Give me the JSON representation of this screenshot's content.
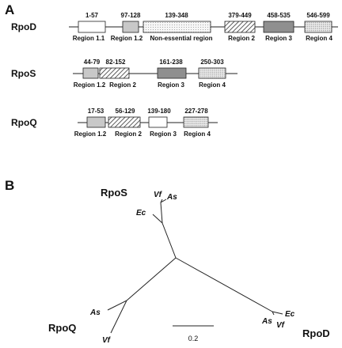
{
  "panels": {
    "a": "A",
    "b": "B"
  },
  "proteins": [
    {
      "name": "RpoD",
      "regions": [
        {
          "range": "1-57",
          "label": "Region 1.1",
          "fill": "white"
        },
        {
          "range": "97-128",
          "label": "Region 1.2",
          "fill": "light-gray"
        },
        {
          "range": "139-348",
          "label": "Non-essential region",
          "fill": "dots"
        },
        {
          "range": "379-449",
          "label": "Region 2",
          "fill": "hatch"
        },
        {
          "range": "458-535",
          "label": "Region 3",
          "fill": "dark-gray"
        },
        {
          "range": "546-599",
          "label": "Region 4",
          "fill": "dense-dots"
        }
      ]
    },
    {
      "name": "RpoS",
      "regions": [
        {
          "range": "44-79",
          "label": "Region 1.2",
          "fill": "light-gray"
        },
        {
          "range": "82-152",
          "label": "Region 2",
          "fill": "hatch"
        },
        {
          "range": "161-238",
          "label": "Region 3",
          "fill": "dark-gray"
        },
        {
          "range": "250-303",
          "label": "Region 4",
          "fill": "dense-dots"
        }
      ]
    },
    {
      "name": "RpoQ",
      "regions": [
        {
          "range": "17-53",
          "label": "Region 1.2",
          "fill": "light-gray"
        },
        {
          "range": "56-129",
          "label": "Region 2",
          "fill": "hatch"
        },
        {
          "range": "139-180",
          "label": "Region 3",
          "fill": "white"
        },
        {
          "range": "227-278",
          "label": "Region 4",
          "fill": "dense-dots"
        }
      ]
    }
  ],
  "tree": {
    "groups": {
      "rpos": "RpoS",
      "rpoq": "RpoQ",
      "rpod": "RpoD"
    },
    "species": {
      "rpos_vf": "Vf",
      "rpos_as": "As",
      "rpos_ec": "Ec",
      "rpoq_as": "As",
      "rpoq_vf": "Vf",
      "rpod_ec": "Ec",
      "rpod_as": "As",
      "rpod_vf": "Vf"
    },
    "scale_label": "0.2"
  }
}
